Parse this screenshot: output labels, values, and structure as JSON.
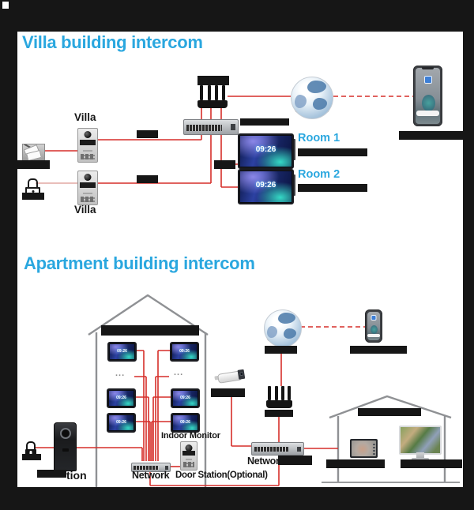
{
  "villa": {
    "title": "Villa building intercom",
    "door_label_top": "Villa",
    "door_label_bottom": "Villa",
    "room1": "Room 1",
    "room2": "Room 2",
    "time": "09:26"
  },
  "apartment": {
    "title": "Apartment building intercom",
    "indoor_monitor": "Indoor Monitor",
    "network": "Network",
    "network_partial": "Networ",
    "door_station_optional": "Door Station(Optional)",
    "door_station_partial": "tion",
    "ellipsis": "...",
    "time": "09:26"
  },
  "colors": {
    "accent": "#2aa7df",
    "wire": "#d62f2a",
    "redaction": "#161616"
  }
}
